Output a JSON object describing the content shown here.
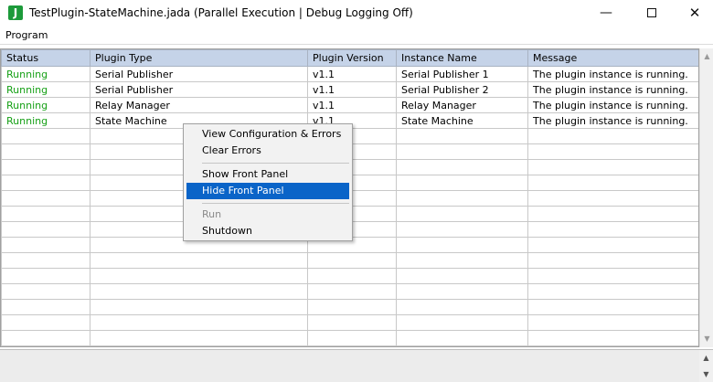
{
  "window": {
    "title": "TestPlugin-StateMachine.jada  (Parallel Execution | Debug Logging Off)",
    "app_icon_letter": "J",
    "minimize_glyph": "—",
    "close_glyph": "✕"
  },
  "menubar": {
    "items": [
      "Program"
    ]
  },
  "table": {
    "columns": [
      "Status",
      "Plugin Type",
      "Plugin Version",
      "Instance Name",
      "Message"
    ],
    "rows": [
      [
        "Running",
        "Serial Publisher",
        "v1.1",
        "Serial Publisher 1",
        "The plugin instance is running."
      ],
      [
        "Running",
        "Serial Publisher",
        "v1.1",
        "Serial Publisher 2",
        "The plugin instance is running."
      ],
      [
        "Running",
        "Relay Manager",
        "v1.1",
        "Relay Manager",
        "The plugin instance is running."
      ],
      [
        "Running",
        "State Machine",
        "v1.1",
        "State Machine",
        "The plugin instance is running."
      ]
    ],
    "status_color": "#16a016"
  },
  "context_menu": {
    "items": [
      {
        "label": "View Configuration & Errors",
        "state": "normal"
      },
      {
        "label": "Clear Errors",
        "state": "normal"
      },
      {
        "label": "Show Front Panel",
        "state": "normal"
      },
      {
        "label": "Hide Front Panel",
        "state": "highlighted"
      },
      {
        "label": "Run",
        "state": "disabled"
      },
      {
        "label": "Shutdown",
        "state": "normal"
      }
    ],
    "highlight_color": "#0a64c8"
  }
}
